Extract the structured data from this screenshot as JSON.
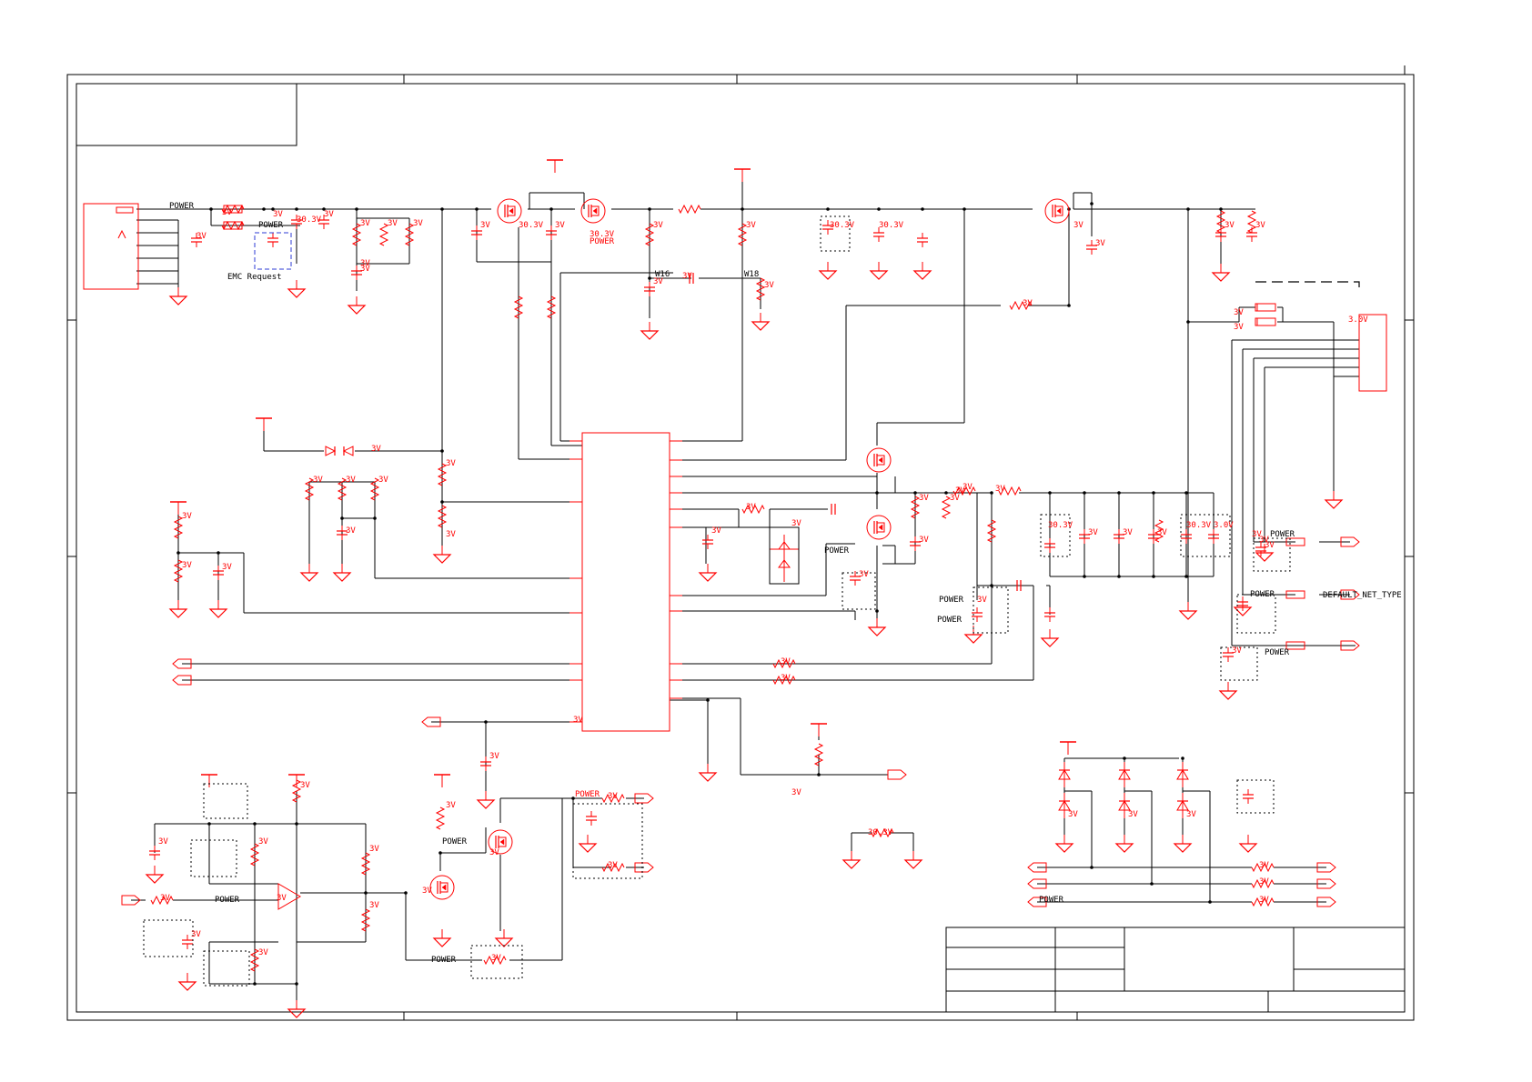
{
  "colors": {
    "wire": "#000000",
    "component": "#ff0000",
    "background": "#ffffff",
    "frame": "#000000"
  },
  "labels": {
    "power": "POWER",
    "emc_request": "EMC Request",
    "w16": "W16",
    "w18": "W18",
    "default_net_type": "DEFAULT_NET_TYPE",
    "v3": "3V",
    "v30_3": "30.3V",
    "v3_0": "3.0V"
  },
  "icons": [
    "ground-symbol-icon",
    "power-rail-icon",
    "resistor-icon",
    "capacitor-icon",
    "mosfet-icon",
    "diode-icon",
    "zener-diode-icon",
    "op-amp-icon",
    "off-page-connector-icon",
    "inductor-icon"
  ]
}
